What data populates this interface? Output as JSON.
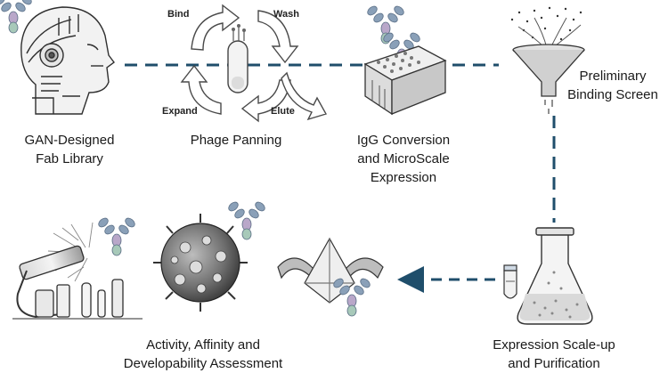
{
  "steps": {
    "gan_library": {
      "line1": "GAN-Designed",
      "line2": "Fab Library"
    },
    "phage_panning": {
      "title": "Phage Panning"
    },
    "igg_conversion": {
      "line1": "IgG Conversion",
      "line2": "and MicroScale",
      "line3": "Expression"
    },
    "preliminary_screen": {
      "line1": "Preliminary",
      "line2": "Binding Screen"
    },
    "expression_scaleup": {
      "line1": "Expression Scale-up",
      "line2": "and Purification"
    },
    "assessment": {
      "line1": "Activity, Affinity and",
      "line2": "Developability Assessment"
    }
  },
  "panning_cycle": {
    "bind": "Bind",
    "wash": "Wash",
    "elute": "Elute",
    "expand": "Expand"
  },
  "colors": {
    "dashed_arrow": "#1f4e6b",
    "sketch_ink": "#3a3a3a",
    "antibody": "#8aa0b8"
  },
  "icons": [
    "robot-head-icon",
    "phage-vial-icon",
    "plate-well-icon",
    "funnel-icon",
    "flask-icon",
    "tube-icon",
    "protein-fold-icon",
    "virus-icon",
    "lab-equipment-icon",
    "antibody-icon"
  ]
}
